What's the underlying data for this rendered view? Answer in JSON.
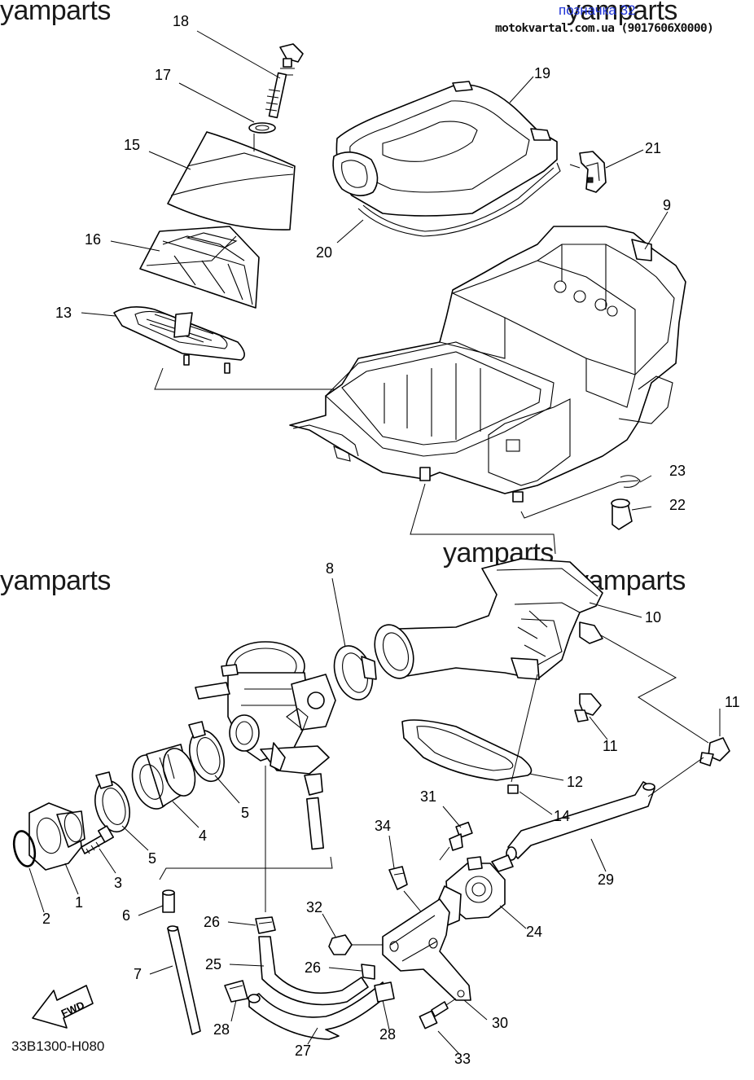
{
  "watermarks": [
    "yamparts",
    "yamparts",
    "yamparts",
    "yamparts",
    "yamparts"
  ],
  "header": {
    "reference_link": "позначка 32",
    "site_text": "motokvartal.com.ua (9017606X0000)"
  },
  "diagram_code": "33B1300-H080",
  "fwd_label": "FWD",
  "callouts": [
    "18",
    "17",
    "15",
    "16",
    "13",
    "19",
    "21",
    "20",
    "9",
    "23",
    "22",
    "8",
    "10",
    "11",
    "11",
    "12",
    "14",
    "5",
    "5",
    "4",
    "3",
    "2",
    "1",
    "6",
    "26",
    "7",
    "25",
    "28",
    "27",
    "26",
    "28",
    "31",
    "34",
    "32",
    "24",
    "29",
    "30",
    "33"
  ]
}
